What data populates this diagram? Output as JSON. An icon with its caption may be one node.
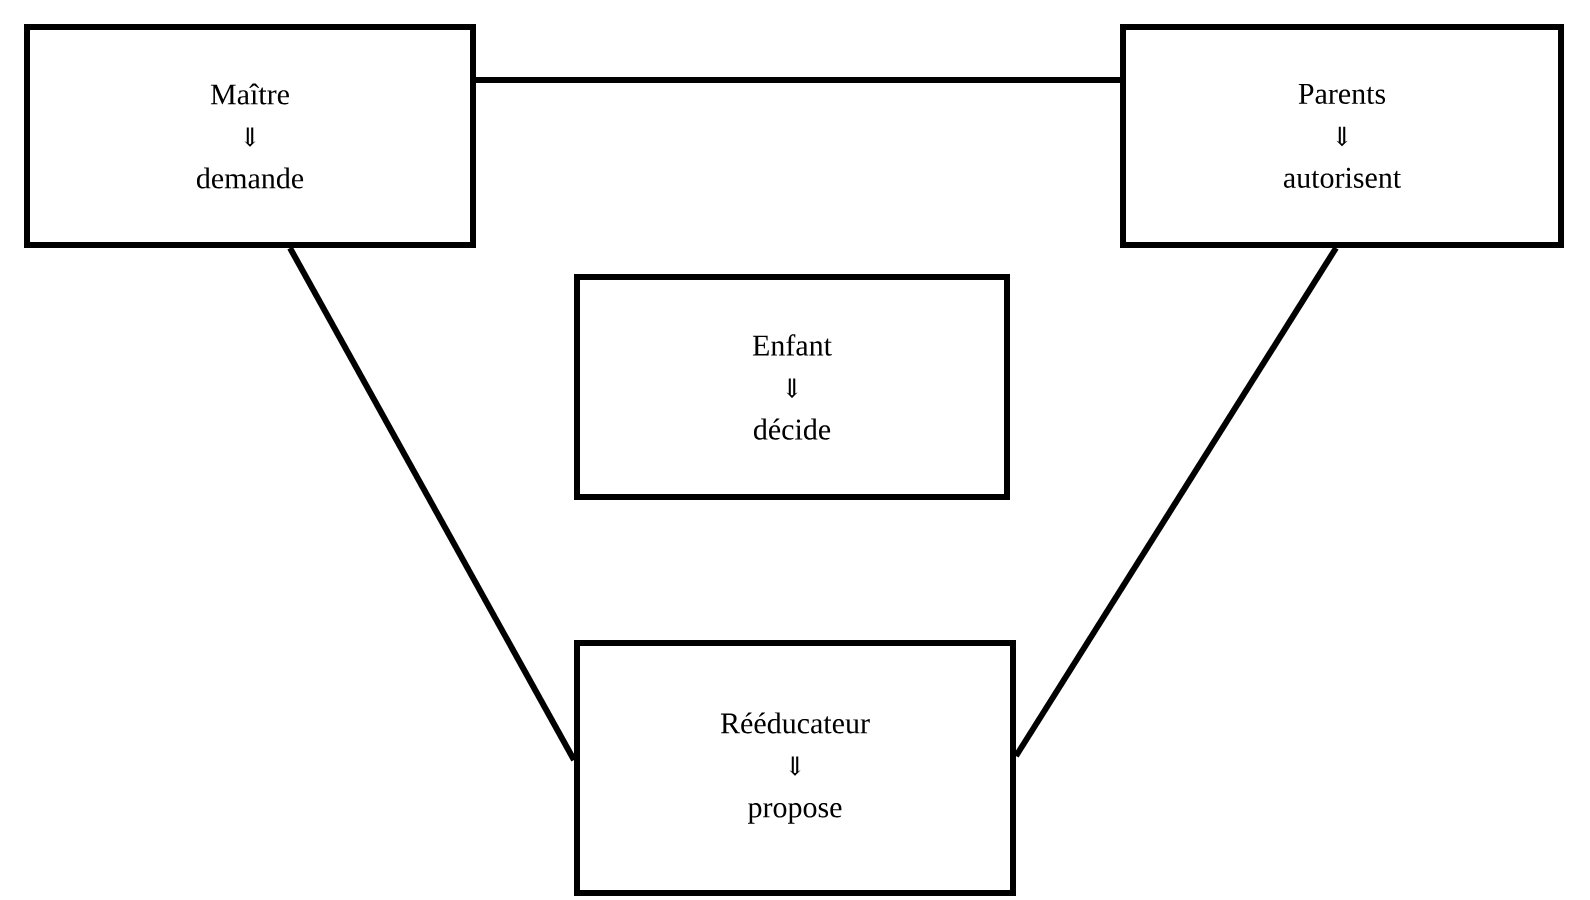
{
  "diagram": {
    "nodes": [
      {
        "text": [
          "Maître",
          "⇓",
          "demande"
        ]
      },
      {
        "text": [
          "Parents",
          "⇓",
          "autorisent"
        ]
      },
      {
        "text": [
          "Enfant",
          "⇓",
          "décide"
        ]
      },
      {
        "text": [
          "Rééducateur",
          "⇓",
          "propose"
        ]
      }
    ],
    "edges": [
      {
        "from": 0,
        "to": 1,
        "arrow": "none"
      },
      {
        "from": 0,
        "to": 3,
        "arrow": "none"
      },
      {
        "from": 1,
        "to": 3,
        "arrow": "none"
      }
    ]
  }
}
